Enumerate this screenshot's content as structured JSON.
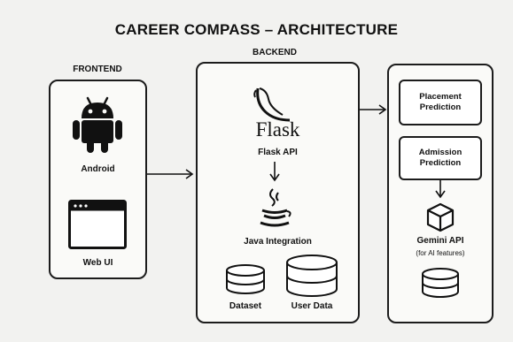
{
  "title": "CAREER COMPASS – ARCHITECTURE",
  "frontend": {
    "label": "FRONTEND",
    "android_label": "Android",
    "web_label": "Web UI"
  },
  "backend": {
    "label": "BACKEND",
    "flask_wordmark": "Flask",
    "flask_api_label": "Flask API",
    "java_label": "Java Integration",
    "dataset_label": "Dataset",
    "userdata_label": "User Data"
  },
  "services": {
    "placement_label_line1": "Placement",
    "placement_label_line2": "Prediction",
    "admission_label_line1": "Admission",
    "admission_label_line2": "Prediction",
    "gemini_label": "Gemini API",
    "gemini_note": "(for AI features)"
  }
}
